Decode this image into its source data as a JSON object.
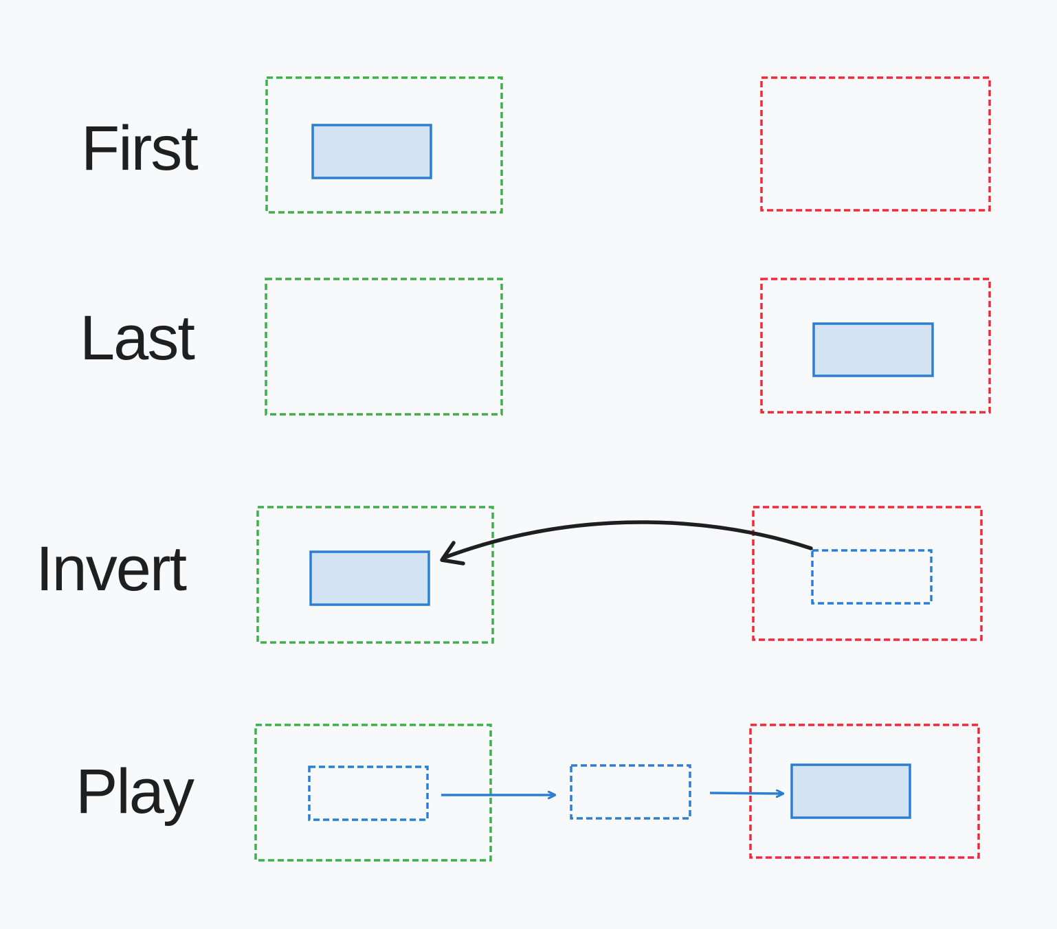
{
  "rows": [
    {
      "label": "First"
    },
    {
      "label": "Last"
    },
    {
      "label": "Invert"
    },
    {
      "label": "Play"
    }
  ],
  "colors": {
    "background": "#f8f9fa",
    "start_container": "#3cb04a",
    "end_container": "#ee2a3b",
    "element_stroke": "#2a7fd4",
    "element_fill": "#d3e3f3",
    "invert_arrow": "#1f1f1f",
    "play_arrow": "#2a7fd4",
    "label_text": "#1f1f1f"
  }
}
